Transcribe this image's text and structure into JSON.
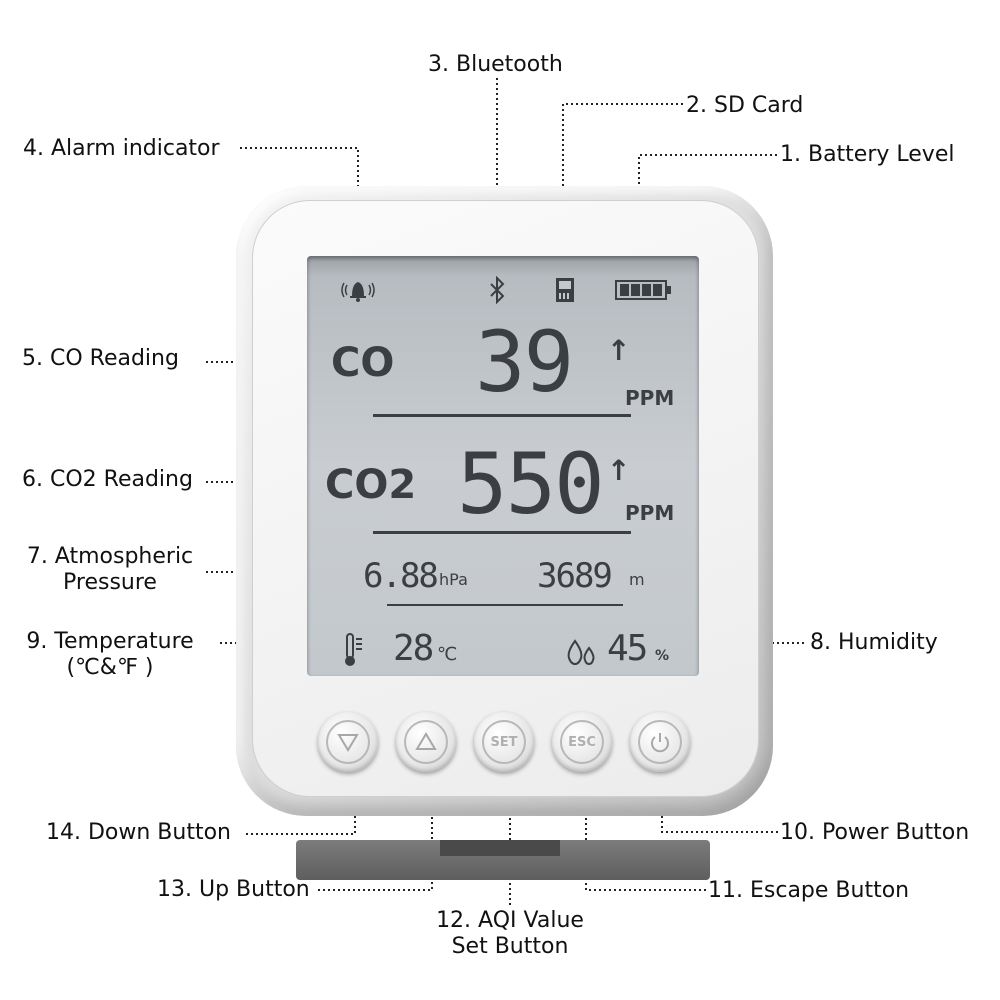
{
  "callouts": {
    "battery": "1. Battery Level",
    "sdcard": "2. SD Card",
    "bluetooth": "3. Bluetooth",
    "alarm": "4. Alarm indicator",
    "co": "5. CO Reading",
    "co2": "6. CO2 Reading",
    "pressure_l1": "7. Atmospheric",
    "pressure_l2": "Pressure",
    "humidity": "8. Humidity",
    "temperature_l1": "9. Temperature",
    "temperature_l2": "(℃&℉ )",
    "power": "10. Power Button",
    "escape": "11. Escape Button",
    "aqi_l1": "12. AQI Value",
    "aqi_l2": "Set Button",
    "up": "13. Up Button",
    "down": "14. Down Button"
  },
  "lcd": {
    "co_label": "CO",
    "co_value": "39",
    "co_unit": "PPM",
    "co_trend": "↑",
    "co2_label": "CO2",
    "co2_value": "550",
    "co2_unit": "PPM",
    "co2_trend": "↑",
    "pressure_value": "6.88",
    "pressure_unit": "hPa",
    "altitude_value": "3689",
    "altitude_unit": "m",
    "temp_value": "28",
    "temp_unit": "℃",
    "humidity_value": "45",
    "humidity_unit": "%"
  },
  "buttons": {
    "set": "SET",
    "esc": "ESC"
  },
  "icons": [
    "bell-icon",
    "bluetooth-icon",
    "sd-card-icon",
    "battery-icon",
    "thermometer-icon",
    "droplets-icon",
    "down-triangle-icon",
    "up-triangle-icon",
    "power-icon"
  ],
  "colors": {
    "lcd": "#c3c8cc",
    "segment": "#3c3f42",
    "device": "#e6e6e6"
  }
}
